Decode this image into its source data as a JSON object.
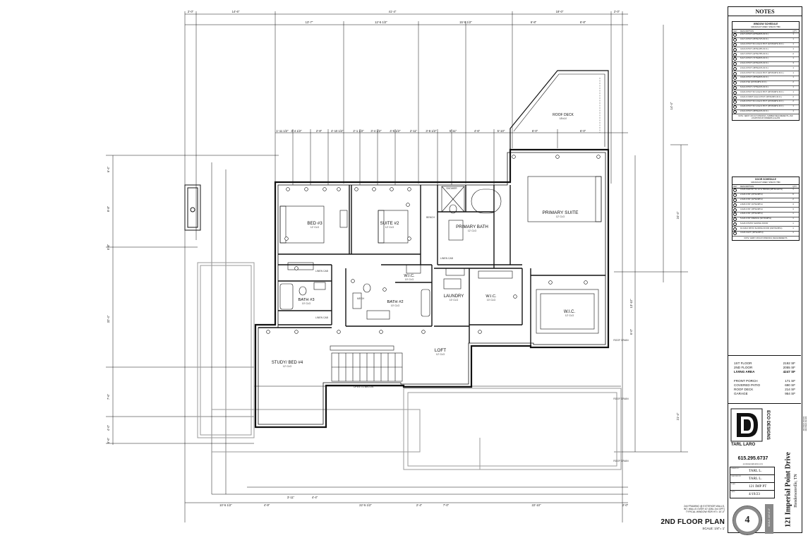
{
  "plan": {
    "title": "2ND FLOOR PLAN",
    "scale": "SCALE: 1/4\"= 1'",
    "framing_notes": [
      "2x6 FRAMING @ EXTERIOR WALLS,",
      "INT. WALLS OVER 10' (DBL 2x4 OPT)",
      "TYPICAL WINDOW HDR HT= 10'-0\""
    ],
    "rooms": {
      "bed3": {
        "name": "BED #3",
        "size": "12' CLG"
      },
      "suite2": {
        "name": "SUITE #2",
        "size": "12' CLG"
      },
      "primary_bath": {
        "name": "PRIMARY BATH",
        "size": "12' CLG"
      },
      "primary_suite": {
        "name": "PRIMARY SUITE",
        "size": "12' CLG"
      },
      "roof_deck": {
        "name": "ROOF DECK",
        "size": "18'x14'"
      },
      "wic1": {
        "name": "W.I.C.",
        "size": "10' CLG"
      },
      "bath3": {
        "name": "BATH #3",
        "size": "10' CLG"
      },
      "bath2": {
        "name": "BATH #2",
        "size": "10' CLG"
      },
      "laundry": {
        "name": "LAUNDRY",
        "size": "10' CLG"
      },
      "wic2": {
        "name": "W.I.C.",
        "size": "10' CLG"
      },
      "wic3": {
        "name": "W.I.C.",
        "size": "12' CLG"
      },
      "study": {
        "name": "STUDY/ BED #4",
        "size": "12' CLG"
      },
      "loft": {
        "name": "LOFT",
        "size": "12' CLG"
      },
      "open_below": {
        "name": "OPEN TO BELOW"
      }
    },
    "small_labels": {
      "linen1": "LINEN CAB",
      "linen2": "LINEN CAB",
      "linen3": "LINEN CAB",
      "mech": "MECH",
      "bench": "BENCH",
      "shower": "SHOWER",
      "roof_drain1": "ROOF DRAIN",
      "roof_drain2": "ROOF DRAIN",
      "roof_drain3": "ROOF DRAIN"
    },
    "top_dimensions": [
      "2'-0\"",
      "14'-6\"",
      "41'-4\"",
      "18'-0\"",
      "2'-0\""
    ],
    "second_dimensions": [
      "13'-7\"",
      "12'-5 1/2\"",
      "15'-5 1/2\"",
      "6'-8\"",
      "6'-8\""
    ],
    "third_dimensions": [
      "1'-11 1/2\"",
      "3'-4 1/2\"",
      "2'-8\"",
      "4'-10 1/2\"",
      "2'-1 1/2\"",
      "3'-4 1/2\"",
      "4'-5 1/2\"",
      "2'-11\"",
      "3'-8 1/2\"",
      "5'-11\"",
      "4'-6\"",
      "5'-10\"",
      "6'-0\"",
      "6'-0\""
    ],
    "bottom_dimensions": [
      "10'-5 1/2\"",
      "4'-9\"",
      "3'-11\"",
      "4'-4\"",
      "22'-5 1/2\"",
      "2'-4\"",
      "7'-0\"",
      "22'-10\"",
      "2'-0\""
    ],
    "left_dimensions": [
      "6'-4\"",
      "9'-8\"",
      "5'-8\"",
      "32'-4\"",
      "7'-6\"",
      "4'-0\"",
      "6'-6\""
    ],
    "right_dimensions": [
      "14'-4\"",
      "24'-4\"",
      "21'-4\"",
      "6'-0\"",
      "13'-10\""
    ]
  },
  "notes": {
    "heading": "NOTES",
    "window_schedule": {
      "title": "WINDOW SCHEDULE",
      "subtitle": "MANUFACTURER: SPEC'D TBD",
      "columns": [
        "KEY",
        "DESCRIPTION",
        "QTY."
      ],
      "rows": [
        {
          "key": "1",
          "desc": "2-0x7-0 PICT (23\"Wx84\"H R.O.)",
          "qty": "1"
        },
        {
          "key": "2",
          "desc": "3-0x7-0 PICT (35\"Wx72\"H R.O.)",
          "qty": "1"
        },
        {
          "key": "3",
          "desc": "4-0x2-0 PICT W/ 2-0x2-0 PICT (44\"Wx18\"H R.O.)",
          "qty": "1"
        },
        {
          "key": "4",
          "desc": "4-0x3-6 PICT (46\"Wx18\"H R.O.)",
          "qty": "1"
        },
        {
          "key": "5",
          "desc": "4-0x7-0 PICT (42\"Wx78\"H R.O.)",
          "qty": "2"
        },
        {
          "key": "6",
          "desc": "6-0x7-0 PICT (71\"Wx84\"H R.O.)",
          "qty": "1"
        },
        {
          "key": "7",
          "desc": "2-0x2-0 PICT (24\"Wx24\"H R.O.)",
          "qty": "3"
        },
        {
          "key": "8",
          "desc": "2-0x2-0 PICT (48\"Wx24\"H R.O.)",
          "qty": "1"
        },
        {
          "key": "9",
          "desc": "2-0x3-0 PICT W/ 4-0x3-0 PICT (48\"Wx36\"H R.O.)",
          "qty": "1"
        },
        {
          "key": "10",
          "desc": "3-0x6-0 PICT (35\"Wx84\"H R.O.)",
          "qty": "1"
        },
        {
          "key": "11",
          "desc": "2-0x6-0 SH (24\"Wx48\"H R.O.)",
          "qty": "2"
        },
        {
          "key": "12",
          "desc": "6-0x2-0 PICT (72\"Wx24\"H R.O.)",
          "qty": "1"
        },
        {
          "key": "13",
          "desc": "3-0x6-0 PICT W/ 3-0x2-0 PICT (36\"Wx96\"H R.O.)",
          "qty": "1"
        },
        {
          "key": "14",
          "desc": "3-0x6-0 CSMT 3-0x2-0 PICT (36\"Wx96\"H R.O.)",
          "qty": "2"
        },
        {
          "key": "15",
          "desc": "2-0x8-0 PICT W/ 2-0x2-0 PICT (23\"Wx96\"H R.O.)",
          "qty": "2"
        },
        {
          "key": "16",
          "desc": "3-0x8-0 PICT W/ 3-0x2-0 PICT (35\"Wx96\"H R.O.)",
          "qty": "1"
        },
        {
          "key": "17",
          "desc": "2-0x2-0 PICT (48\"Wx24\"H R.O.)",
          "qty": "1"
        }
      ],
      "footnote": "NOTE: VERIFY ROUGH OPENINGS, NUMBER REQUIREMENTS, AND LOCATIONS W/ FRAMERS & GLASS"
    },
    "door_schedule": {
      "title": "DOOR SCHEDULE",
      "subtitle": "MANUFACTURER: SPEC'D TBD",
      "columns": [
        "KEY",
        "DESCRIPTION",
        "QTY."
      ],
      "rows": [
        {
          "key": "1",
          "desc": "3-0x8-0 ENTRY W/ 24\"H TRNSM (38\"Wx120\"H)",
          "qty": "1"
        },
        {
          "key": "2",
          "desc": "2-0x8-0 INT (26\"Wx98\"H)",
          "qty": "6"
        },
        {
          "key": "3",
          "desc": "2-6x8-0 INT (32\"Wx98\"H)",
          "qty": "2"
        },
        {
          "key": "4",
          "desc": "2-8x8-0 INT (34\"Wx98\"H)",
          "qty": "3"
        },
        {
          "key": "5",
          "desc": "3-0x8-0 INT (38\"Wx98\"H)",
          "qty": "3"
        },
        {
          "key": "6",
          "desc": "2-8x8-0 INT (35\"Wx98\"H)",
          "qty": "1"
        },
        {
          "key": "7",
          "desc": "5-0x8-0 INT FRENCH (62\"Wx98\"H)",
          "qty": "1"
        },
        {
          "key": "8",
          "desc": "6-0x8-0 PATIO SLIDING DOOR",
          "qty": "1"
        },
        {
          "key": "9",
          "desc": "16-0x8-0 PATIO SLIDING DOOR (192\"Wx98\"H)",
          "qty": "1"
        },
        {
          "key": "10",
          "desc": "3-0x8-0 EXT (38\"Wx98\"H)",
          "qty": "1"
        }
      ],
      "footnote": "NOTE: VERIFY ROUGH OPENINGS, MEASUREMENTS"
    }
  },
  "areas": [
    {
      "label": "1ST FLOOR",
      "value": "2192 SF",
      "bold": false
    },
    {
      "label": "2ND FLOOR",
      "value": "2055 SF",
      "bold": false
    },
    {
      "label": "LIVING AREA",
      "value": "4247 SF",
      "bold": true
    },
    {
      "label": "FRONT PORCH",
      "value": "171 SF",
      "bold": false
    },
    {
      "label": "COVERED PATIO",
      "value": "690 SF",
      "bold": false
    },
    {
      "label": "ROOF DECK",
      "value": "214 SF",
      "bold": false
    },
    {
      "label": "GARAGE",
      "value": "954 SF",
      "bold": false
    }
  ],
  "branding": {
    "company": "ECO DESIGNS",
    "designer": "TARL LARO",
    "phone": "615.295.6737",
    "email": "ecodesigns@yahoo.com"
  },
  "fields": [
    {
      "label": "DRAWN BY",
      "value": "TARL L."
    },
    {
      "label": "CHECKED BY",
      "value": "TARL L."
    },
    {
      "label": "PLAN",
      "value": "121 IMP PT"
    },
    {
      "label": "DATE",
      "value": "4/19/23"
    }
  ],
  "project": {
    "address": "121 Imperial Point Drive",
    "city": "Hendersonville, TN",
    "sheet": "4",
    "scale_tab": "SCALE: 1/4\"=1'-0\""
  },
  "revisions": {
    "line1": "REVISED 4/19/23",
    "line2": "REVISED 4/21/23"
  },
  "colors": {
    "line": "#111111",
    "grey_fill": "#8a8a8a",
    "porch": "#b8b8b8"
  }
}
